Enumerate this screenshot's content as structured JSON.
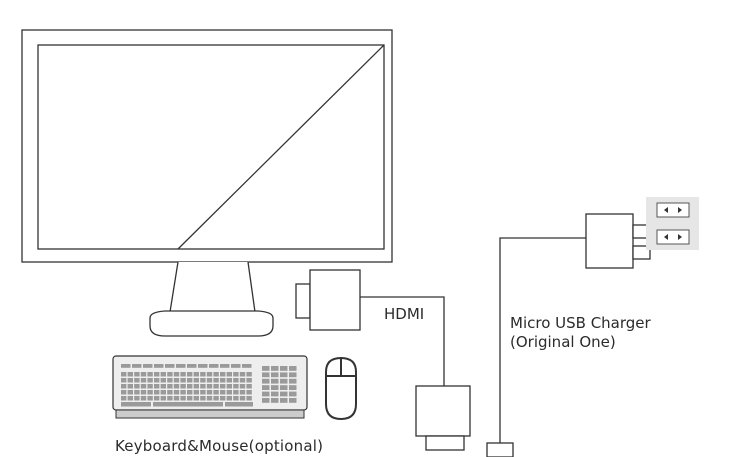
{
  "labels": {
    "hdmi": "HDMI",
    "charger_line1": "Micro USB Charger",
    "charger_line2": "(Original One)",
    "peripherals": "Keyboard&Mouse(optional)"
  },
  "icons": [
    "monitor-icon",
    "hdmi-connector-icon",
    "keyboard-icon",
    "mouse-icon",
    "usb-charger-icon",
    "wall-socket-icon",
    "micro-usb-plug-icon",
    "hdmi-adapter-icon"
  ],
  "colors": {
    "stroke": "#333333",
    "socket_panel": "#e6e6e6",
    "keyboard_body": "#eeeeee",
    "key": "#9a9a9a"
  }
}
